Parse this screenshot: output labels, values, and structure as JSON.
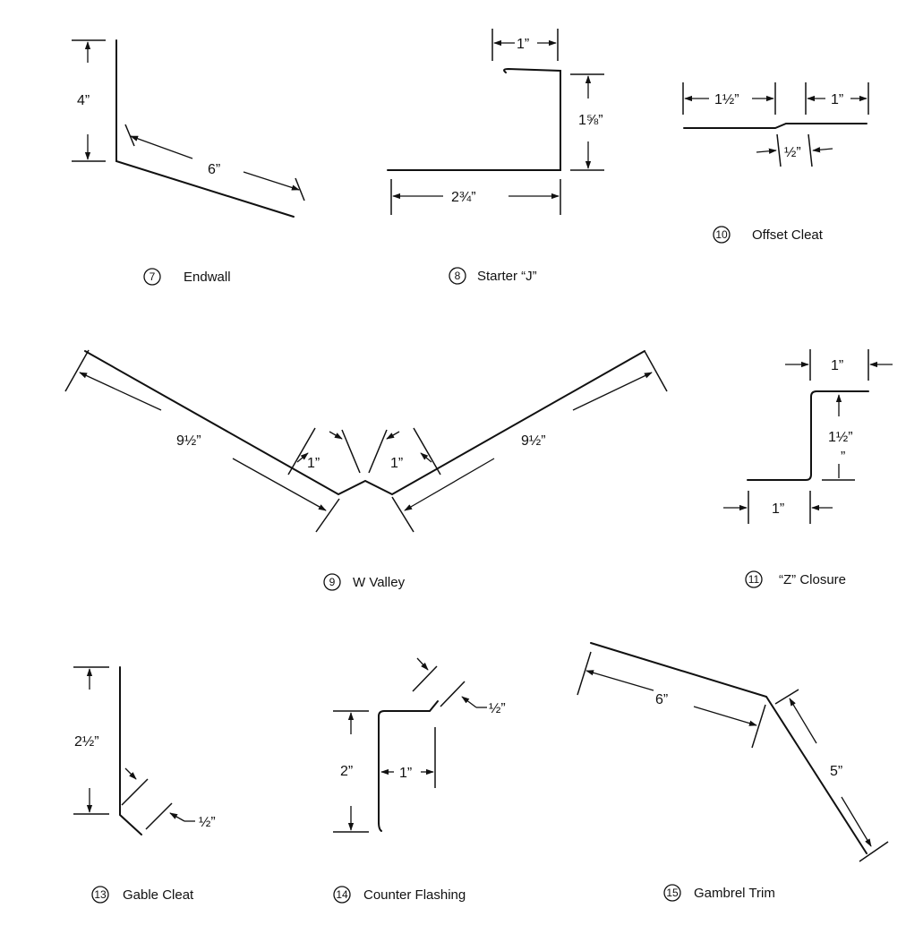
{
  "parts": [
    {
      "id": "endwall",
      "number": "7",
      "name": "Endwall",
      "dims": {
        "vertical": "4”",
        "slope": "6”"
      }
    },
    {
      "id": "starter-j",
      "number": "8",
      "name": "Starter “J”",
      "dims": {
        "top": "1”",
        "height": "1⅝”",
        "bottom": "2¾”"
      }
    },
    {
      "id": "offset-cleat",
      "number": "10",
      "name": "Offset Cleat",
      "dims": {
        "left": "1½”",
        "right": "1”",
        "offset": "½”"
      }
    },
    {
      "id": "w-valley",
      "number": "9",
      "name": "W Valley",
      "dims": {
        "left_arm": "9½”",
        "left_rib": "1”",
        "right_rib": "1”",
        "right_arm": "9½”"
      }
    },
    {
      "id": "z-closure",
      "number": "11",
      "name": "“Z” Closure",
      "dims": {
        "top": "1”",
        "height": "1½”",
        "height_note": "”",
        "bottom": "1”"
      }
    },
    {
      "id": "gable-cleat",
      "number": "13",
      "name": "Gable Cleat",
      "dims": {
        "vertical": "2½”",
        "hem": "½”"
      }
    },
    {
      "id": "counter-flashing",
      "number": "14",
      "name": "Counter Flashing",
      "dims": {
        "hem": "½”",
        "height": "2”",
        "top": "1”"
      }
    },
    {
      "id": "gambrel-trim",
      "number": "15",
      "name": "Gambrel Trim",
      "dims": {
        "upper": "6”",
        "lower": "5”"
      }
    }
  ]
}
